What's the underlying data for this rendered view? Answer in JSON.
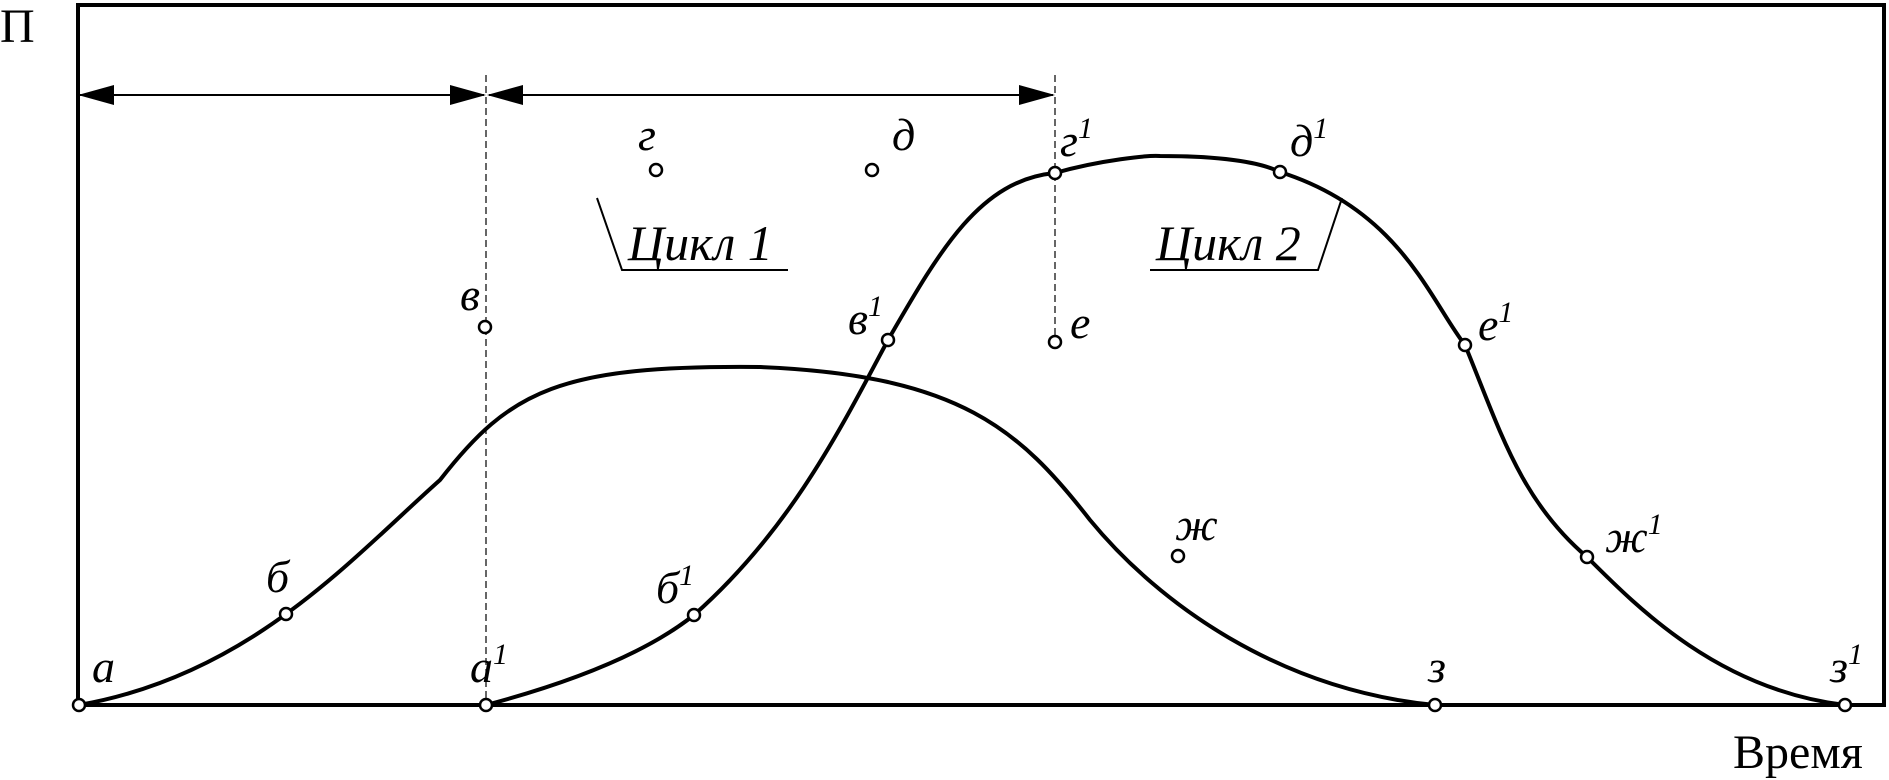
{
  "axes": {
    "y_label": "П",
    "x_label": "Время"
  },
  "cycles": [
    {
      "label": "Цикл 1"
    },
    {
      "label": "Цикл 2"
    }
  ],
  "curve1_points": [
    {
      "label": "а",
      "sup": ""
    },
    {
      "label": "б",
      "sup": ""
    },
    {
      "label": "в",
      "sup": ""
    },
    {
      "label": "г",
      "sup": ""
    },
    {
      "label": "д",
      "sup": ""
    },
    {
      "label": "е",
      "sup": ""
    },
    {
      "label": "ж",
      "sup": ""
    },
    {
      "label": "з",
      "sup": ""
    }
  ],
  "curve2_points": [
    {
      "label": "а",
      "sup": "1"
    },
    {
      "label": "б",
      "sup": "1"
    },
    {
      "label": "в",
      "sup": "1"
    },
    {
      "label": "г",
      "sup": "1"
    },
    {
      "label": "д",
      "sup": "1"
    },
    {
      "label": "е",
      "sup": "1"
    },
    {
      "label": "ж",
      "sup": "1"
    },
    {
      "label": "з",
      "sup": "1"
    }
  ]
}
